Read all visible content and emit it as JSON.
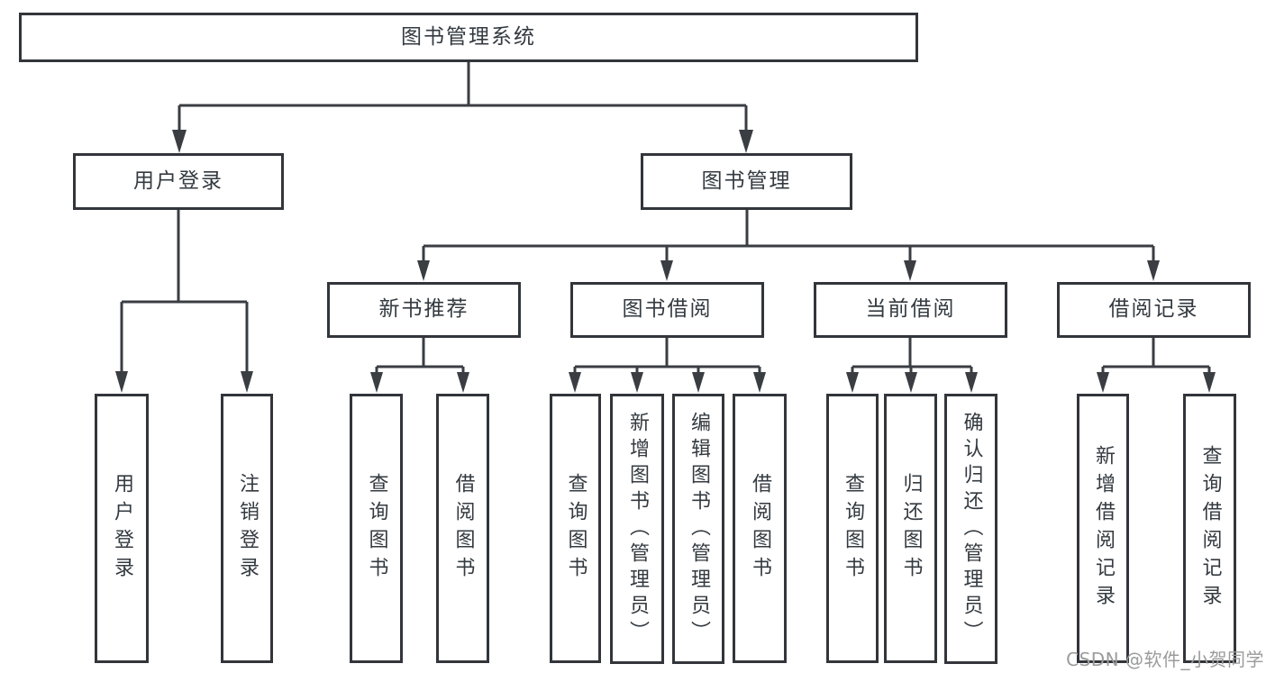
{
  "diagram": {
    "title": "图书管理系统",
    "root": {
      "label": "图书管理系统"
    },
    "level2": [
      {
        "label": "用户登录"
      },
      {
        "label": "图书管理"
      }
    ],
    "level3": [
      {
        "label": "新书推荐"
      },
      {
        "label": "图书借阅"
      },
      {
        "label": "当前借阅"
      },
      {
        "label": "借阅记录"
      }
    ],
    "leaves": [
      {
        "label": "用户登录"
      },
      {
        "label": "注销登录"
      },
      {
        "label": "查询图书"
      },
      {
        "label": "借阅图书"
      },
      {
        "label": "查询图书"
      },
      {
        "label": "新增图书（管理员）"
      },
      {
        "label": "编辑图书（管理员）"
      },
      {
        "label": "借阅图书"
      },
      {
        "label": "查询图书"
      },
      {
        "label": "归还图书"
      },
      {
        "label": "确认归还（管理员）"
      },
      {
        "label": "新增借阅记录"
      },
      {
        "label": "查询借阅记录"
      }
    ],
    "line_color": "#3a3d42",
    "border_color": "#32353a",
    "text_color": "#333a40"
  },
  "watermark": "CSDN @软件_小贺同学"
}
